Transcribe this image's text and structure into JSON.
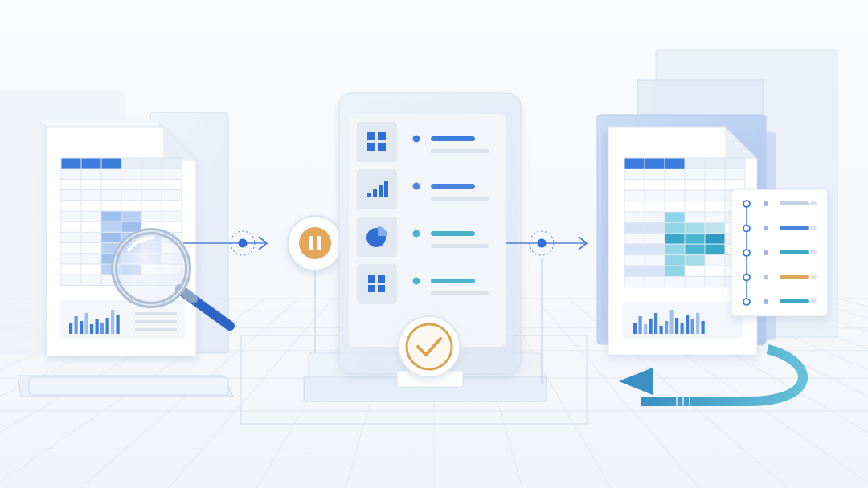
{
  "colors": {
    "background": "#f7f9fc",
    "grid": "#e6ebf3",
    "panel": "#ffffff",
    "panel_border": "#d9e2ef",
    "glass": "#e8eef8",
    "accent_blue": "#2f6fd6",
    "light_blue": "#9fc0ee",
    "teal": "#3aa9c9",
    "light_teal": "#8fd5e6",
    "gold": "#dfa85a",
    "light_gold": "#f3d7a6",
    "gray_line": "#dde3ec"
  },
  "stages": [
    {
      "name": "inspect-source-spreadsheet"
    },
    {
      "name": "process-steps-panel"
    },
    {
      "name": "output-spreadsheet"
    }
  ],
  "process_panel": {
    "rows": [
      {
        "icon": "grid-icon",
        "bar_color": "#3b7ddd"
      },
      {
        "icon": "bar-chart-icon",
        "bar_color": "#4a86e0"
      },
      {
        "icon": "pie-chart-icon",
        "bar_color": "#48b4c9"
      },
      {
        "icon": "grid-icon",
        "bar_color": "#48b4c9"
      }
    ]
  },
  "checklist_bar_colors": [
    "#c7d3e3",
    "#4a86e0",
    "#3aa9c9",
    "#dfa85a",
    "#3aa9c9"
  ],
  "icons": [
    "magnifier-icon",
    "pause-icon",
    "check-icon",
    "arrow-right-icon",
    "loop-arrow-icon"
  ]
}
